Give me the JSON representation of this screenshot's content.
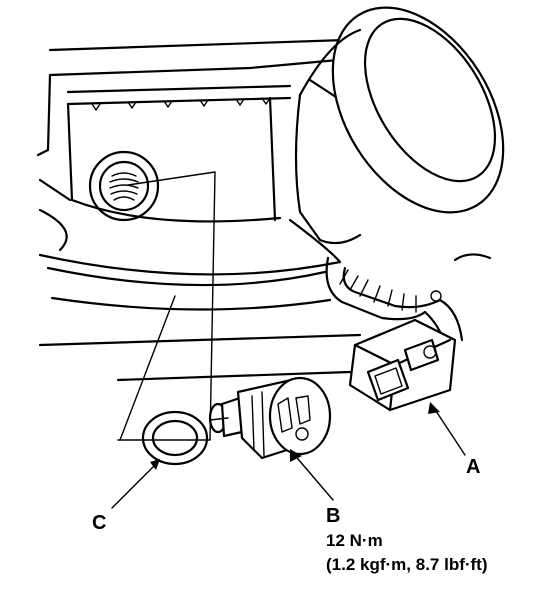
{
  "labels": {
    "a": "A",
    "b": "B",
    "c": "C"
  },
  "torque": {
    "line1": "12 N·m",
    "line2": "(1.2 kgf·m, 8.7 lbf·ft)"
  }
}
